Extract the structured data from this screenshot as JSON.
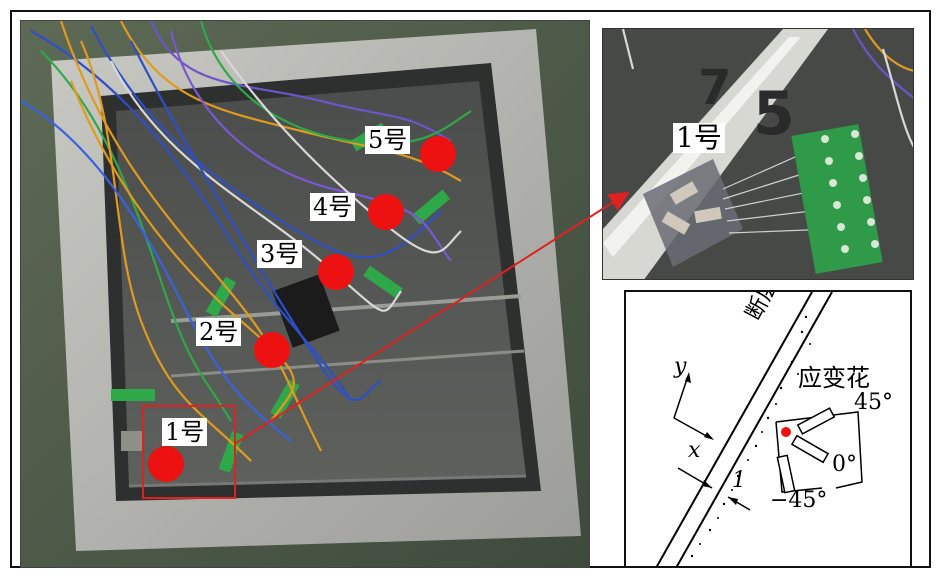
{
  "main_photo": {
    "markers": [
      {
        "label": "5号"
      },
      {
        "label": "4号"
      },
      {
        "label": "3号"
      },
      {
        "label": "2号"
      },
      {
        "label": "1号"
      }
    ]
  },
  "zoom_photo": {
    "label": "1号"
  },
  "diagram": {
    "fault_label": "断层",
    "rosette_label": "应变花",
    "axis_x": "x",
    "axis_y": "y",
    "angle_pos45": "45°",
    "angle_0": "0°",
    "angle_neg45": "−45°",
    "distance": "1"
  },
  "colors": {
    "marker": "#ee1111",
    "arrow": "#dd2222",
    "highlight_box": "#dd2222"
  }
}
